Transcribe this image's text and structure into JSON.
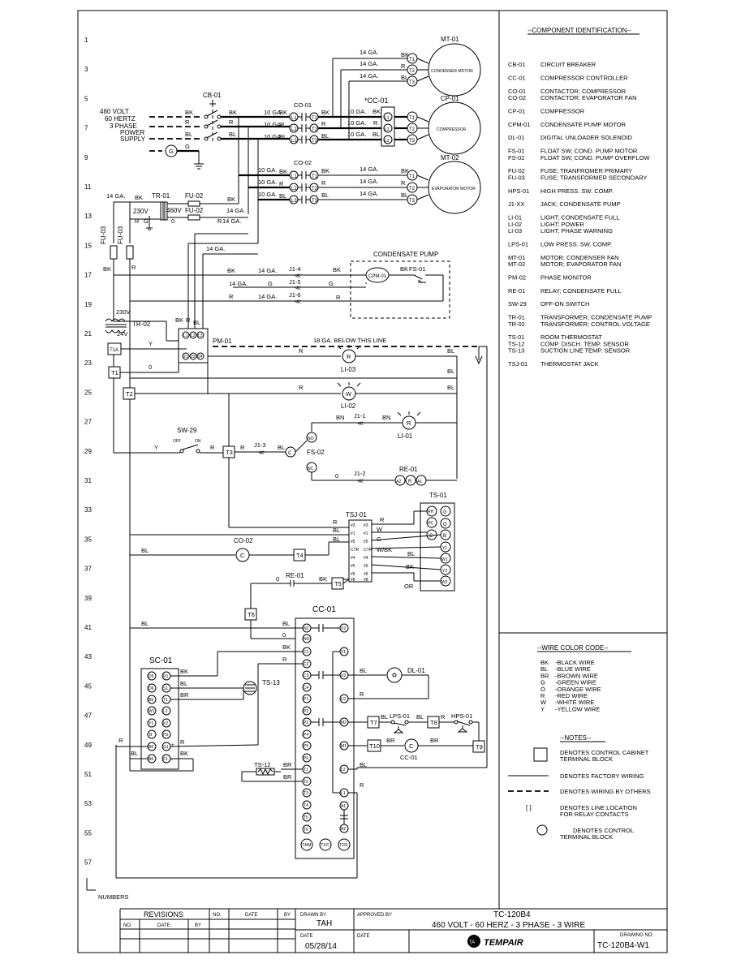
{
  "line_numbers": [
    "1",
    "3",
    "5",
    "7",
    "9",
    "11",
    "13",
    "15",
    "17",
    "19",
    "21",
    "23",
    "25",
    "27",
    "29",
    "31",
    "33",
    "35",
    "37",
    "39",
    "41",
    "43",
    "45",
    "47",
    "49",
    "51",
    "53",
    "55",
    "57"
  ],
  "numbers_caption": "NUMBERS",
  "power_supply": [
    "460 VOLT",
    "60 HERTZ",
    "3 PHASE",
    "POWER",
    "SUPPLY"
  ],
  "devices": {
    "cb01": "CB-01",
    "mt01": "MT-01",
    "mt01_name": "CONDENSER MOTOR",
    "cp01": "CP-01",
    "cp01_name": "COMPRESSOR",
    "cc01_top": "*CC-01",
    "co01": "CO-01",
    "co02": "CO-02",
    "mt02": "MT-02",
    "mt02_name": "EVAPORATOR MOTOR",
    "tr01": "TR-01",
    "fu02": "FU-02",
    "fu03": "FU-03",
    "tr02": "TR-02",
    "pm01": "PM-01",
    "cond_pump": "CONDENSATE PUMP",
    "cpm01": "CPM-01",
    "fs01": "FS-01",
    "fs02": "FS-02",
    "li01": "LI-01",
    "li02": "LI-02",
    "li03": "LI-03",
    "sw29": "SW-29",
    "off": "OFF",
    "on": "ON",
    "j11": "J1-1",
    "j12": "J1-2",
    "j13": "J1-3",
    "j14": "J1-4",
    "j15": "J1-5",
    "j16": "J1-6",
    "re01": "RE-01",
    "ts01": "TS-01",
    "tsj01": "TSJ-01",
    "cc01": "CC-01",
    "sc01": "SC-01",
    "ts13": "TS-13",
    "ts12": "TS-12",
    "dl01": "DL-01",
    "lps01": "LPS-01",
    "hps01": "HPS-01",
    "below_line": "18 GA. BELOW THIS LINE",
    "v230": "230V",
    "v460": "460V",
    "v24": "24V"
  },
  "component_identification": {
    "title": "--COMPONENT IDENTIFICATION--",
    "rows": [
      [
        "CB-01",
        "CIRCUIT BREAKER"
      ],
      [
        "CC-01",
        "COMPRESSOR CONTROLLER"
      ],
      [
        "CO-01",
        "CONTACTOR;  COMPRESSOR"
      ],
      [
        "CO-02",
        "CONTACTOR;  EVAPORATOR FAN"
      ],
      [
        "CP-01",
        "COMPRESSOR"
      ],
      [
        "CPM-01",
        "CONDENSATE PUMP MOTOR"
      ],
      [
        "DL-01",
        "DIGITAL UNLOADER SOLENOID"
      ],
      [
        "FS-01",
        "FLOAT SW; COND. PUMP MOTOR"
      ],
      [
        "FS-02",
        "FLOAT SW; COND. PUMP OVERFLOW"
      ],
      [
        "FU-02",
        "FUSE; TRANFROMER PRIMARY"
      ],
      [
        "FU-03",
        "FUSE; TRANSFORMER SECONDARY"
      ],
      [
        "HPS-01",
        "HIGH PRESS. SW. COMP."
      ],
      [
        "J1-XX",
        "JACK; CONDENSATE PUMP"
      ],
      [
        "LI-01",
        "LIGHT; CONDENSATE FULL"
      ],
      [
        "LI-02",
        "LIGHT; POWER"
      ],
      [
        "LI-03",
        "LIGHT; PHASE WARNING"
      ],
      [
        "LPS-01",
        "LOW PRESS. SW. COMP."
      ],
      [
        "MT-01",
        "MOTOR; CONDENSER FAN"
      ],
      [
        "MT-02",
        "MOTOR; EVAPORATOR FAN"
      ],
      [
        "PM-02",
        "PHASE MONITOR"
      ],
      [
        "RE-01",
        "RELAY; CONDENSATE FULL"
      ],
      [
        "SW-29",
        "OFF-ON SWITCH"
      ],
      [
        "TR-01",
        "TRANSFORMER; CONDENSATE PUMP"
      ],
      [
        "TR-02",
        "TRANSFORMER; CONTROL VOLTAGE"
      ],
      [
        "TS-01",
        "ROOM THERMOSTAT"
      ],
      [
        "TS-12",
        "COMP. DISCH. TEMP. SENSOR"
      ],
      [
        "TS-13",
        "SUCTION LINE TEMP. SENSOR"
      ],
      [
        "TSJ-01",
        "THERMOSTAT JACK"
      ]
    ]
  },
  "wire_color_code": {
    "title": "--WIRE COLOR CODE--",
    "rows": [
      [
        "BK",
        "-BLACK WIRE"
      ],
      [
        "BL",
        "-BLUE WIRE"
      ],
      [
        "BR",
        "-BROWN WIRE"
      ],
      [
        "G",
        "-GREEN WIRE"
      ],
      [
        "O",
        "-ORANGE WIRE"
      ],
      [
        "R",
        "-RED WIRE"
      ],
      [
        "W",
        "-WHITE WIRE"
      ],
      [
        "Y",
        "-YELLOW WIRE"
      ]
    ]
  },
  "notes": {
    "title": "--NOTES--",
    "terminal_block": [
      "DENOTES CONTROL CABINET",
      "TERMINAL BLOCK"
    ],
    "factory": "DENOTES FACTORY WIRING",
    "others": "DENOTES WIRING BY OTHERS",
    "bracket": "[   ]",
    "relay": [
      "DENOTES LINE LOCATION",
      "FOR RELAY CONTACTS"
    ],
    "control": [
      "DENOTES CONTROL",
      "TERMINAL BLOCK"
    ]
  },
  "title_block": {
    "revisions": "REVISIONS",
    "no": "NO.",
    "date": "DATE",
    "by": "BY",
    "drawn_by_label": "DRAWN BY",
    "drawn_by": "TAH",
    "approved_by_label": "APPROVED BY",
    "date_label": "DATE",
    "drawn_date": "05/28/14",
    "title1": "TC-120B4",
    "title2": "460 VOLT - 60 HERZ - 3 PHASE - 3 WIRE",
    "brand": "TEMPAIR",
    "logo": "TA",
    "drawing_no_label": "DRAWING NO.",
    "drawing_no": "TC-120B4-W1"
  }
}
